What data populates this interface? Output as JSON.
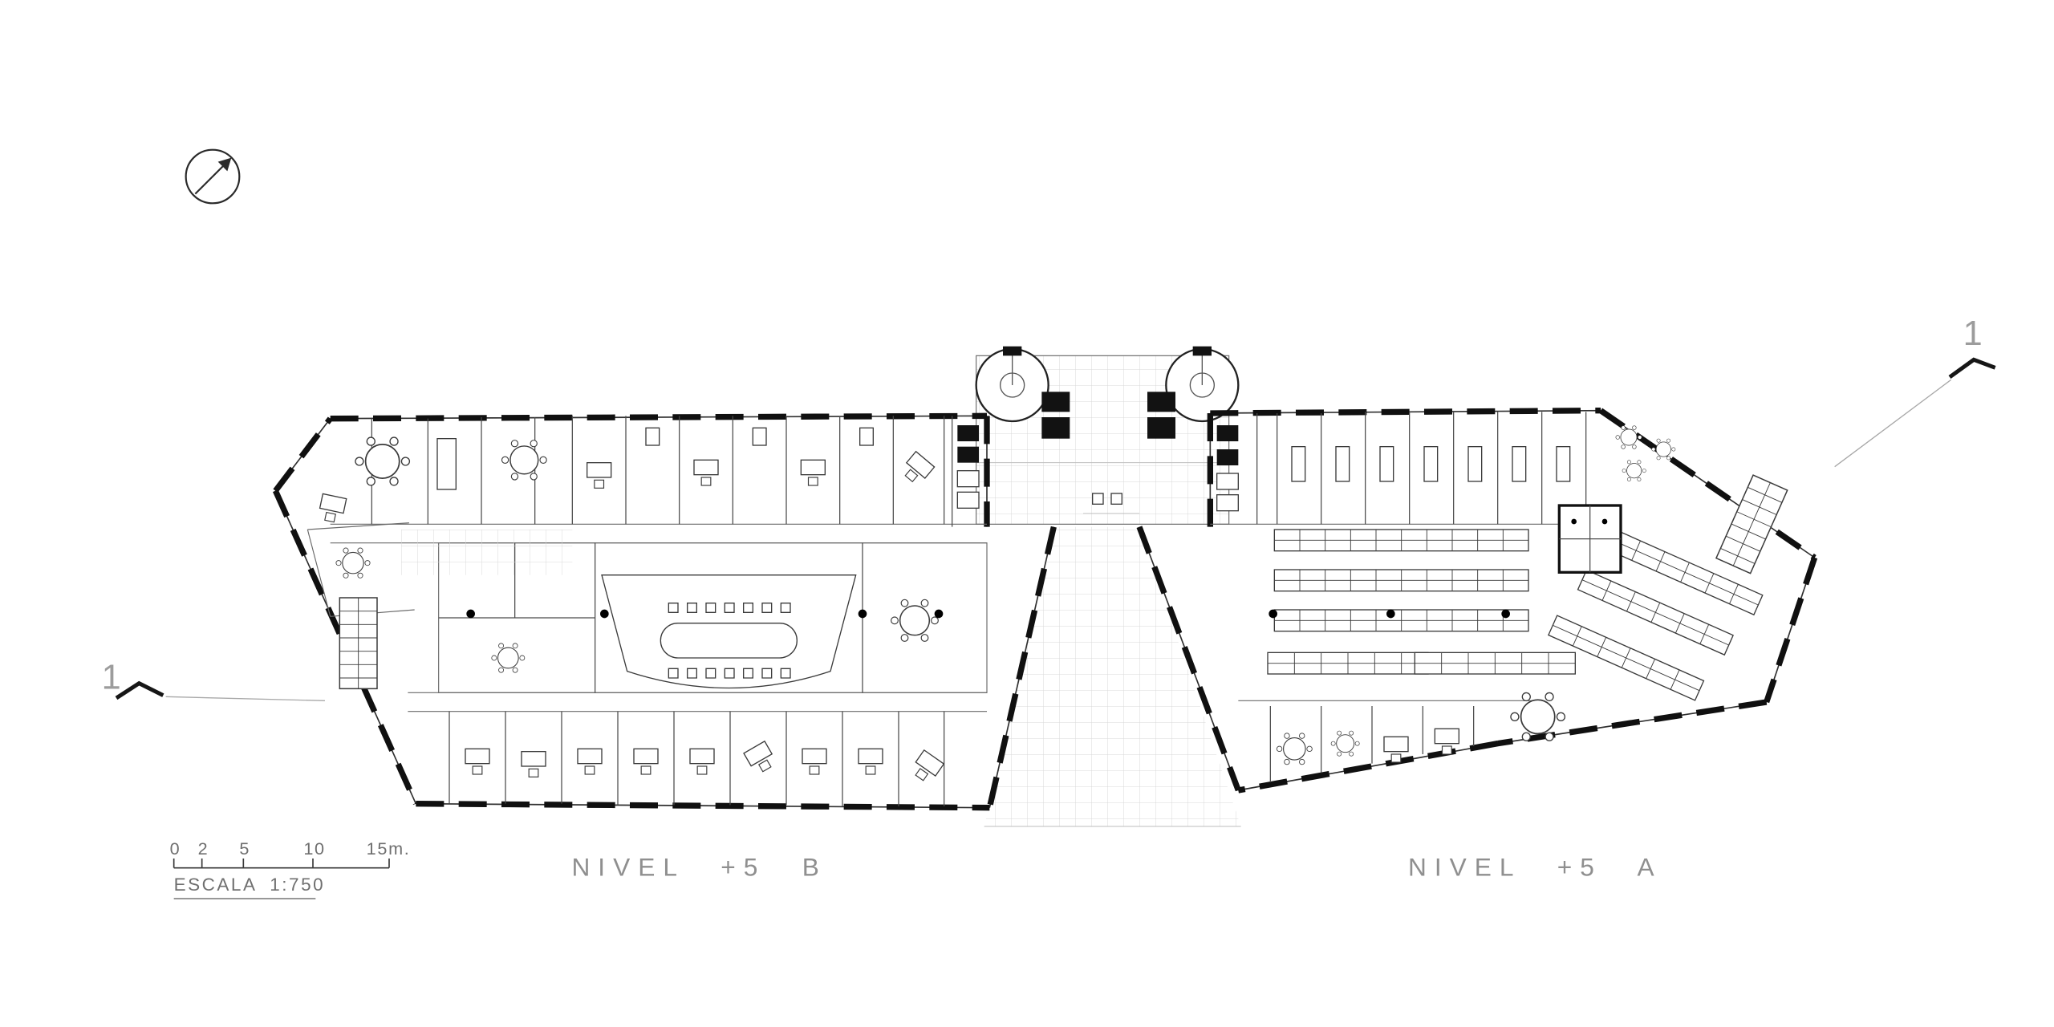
{
  "sheet": {
    "background": "#ffffff",
    "ink": "#1a1a1a",
    "muted_text": "#8f8f8f",
    "grid_color": "#d9d9d9"
  },
  "titles": {
    "left": "NIVEL +5 B",
    "right": "NIVEL +5 A"
  },
  "section_markers": {
    "left": "1",
    "right": "1"
  },
  "scale_bar": {
    "ticks": [
      "0",
      "2",
      "5",
      "10",
      "15m."
    ],
    "label": "ESCALA 1:750"
  }
}
